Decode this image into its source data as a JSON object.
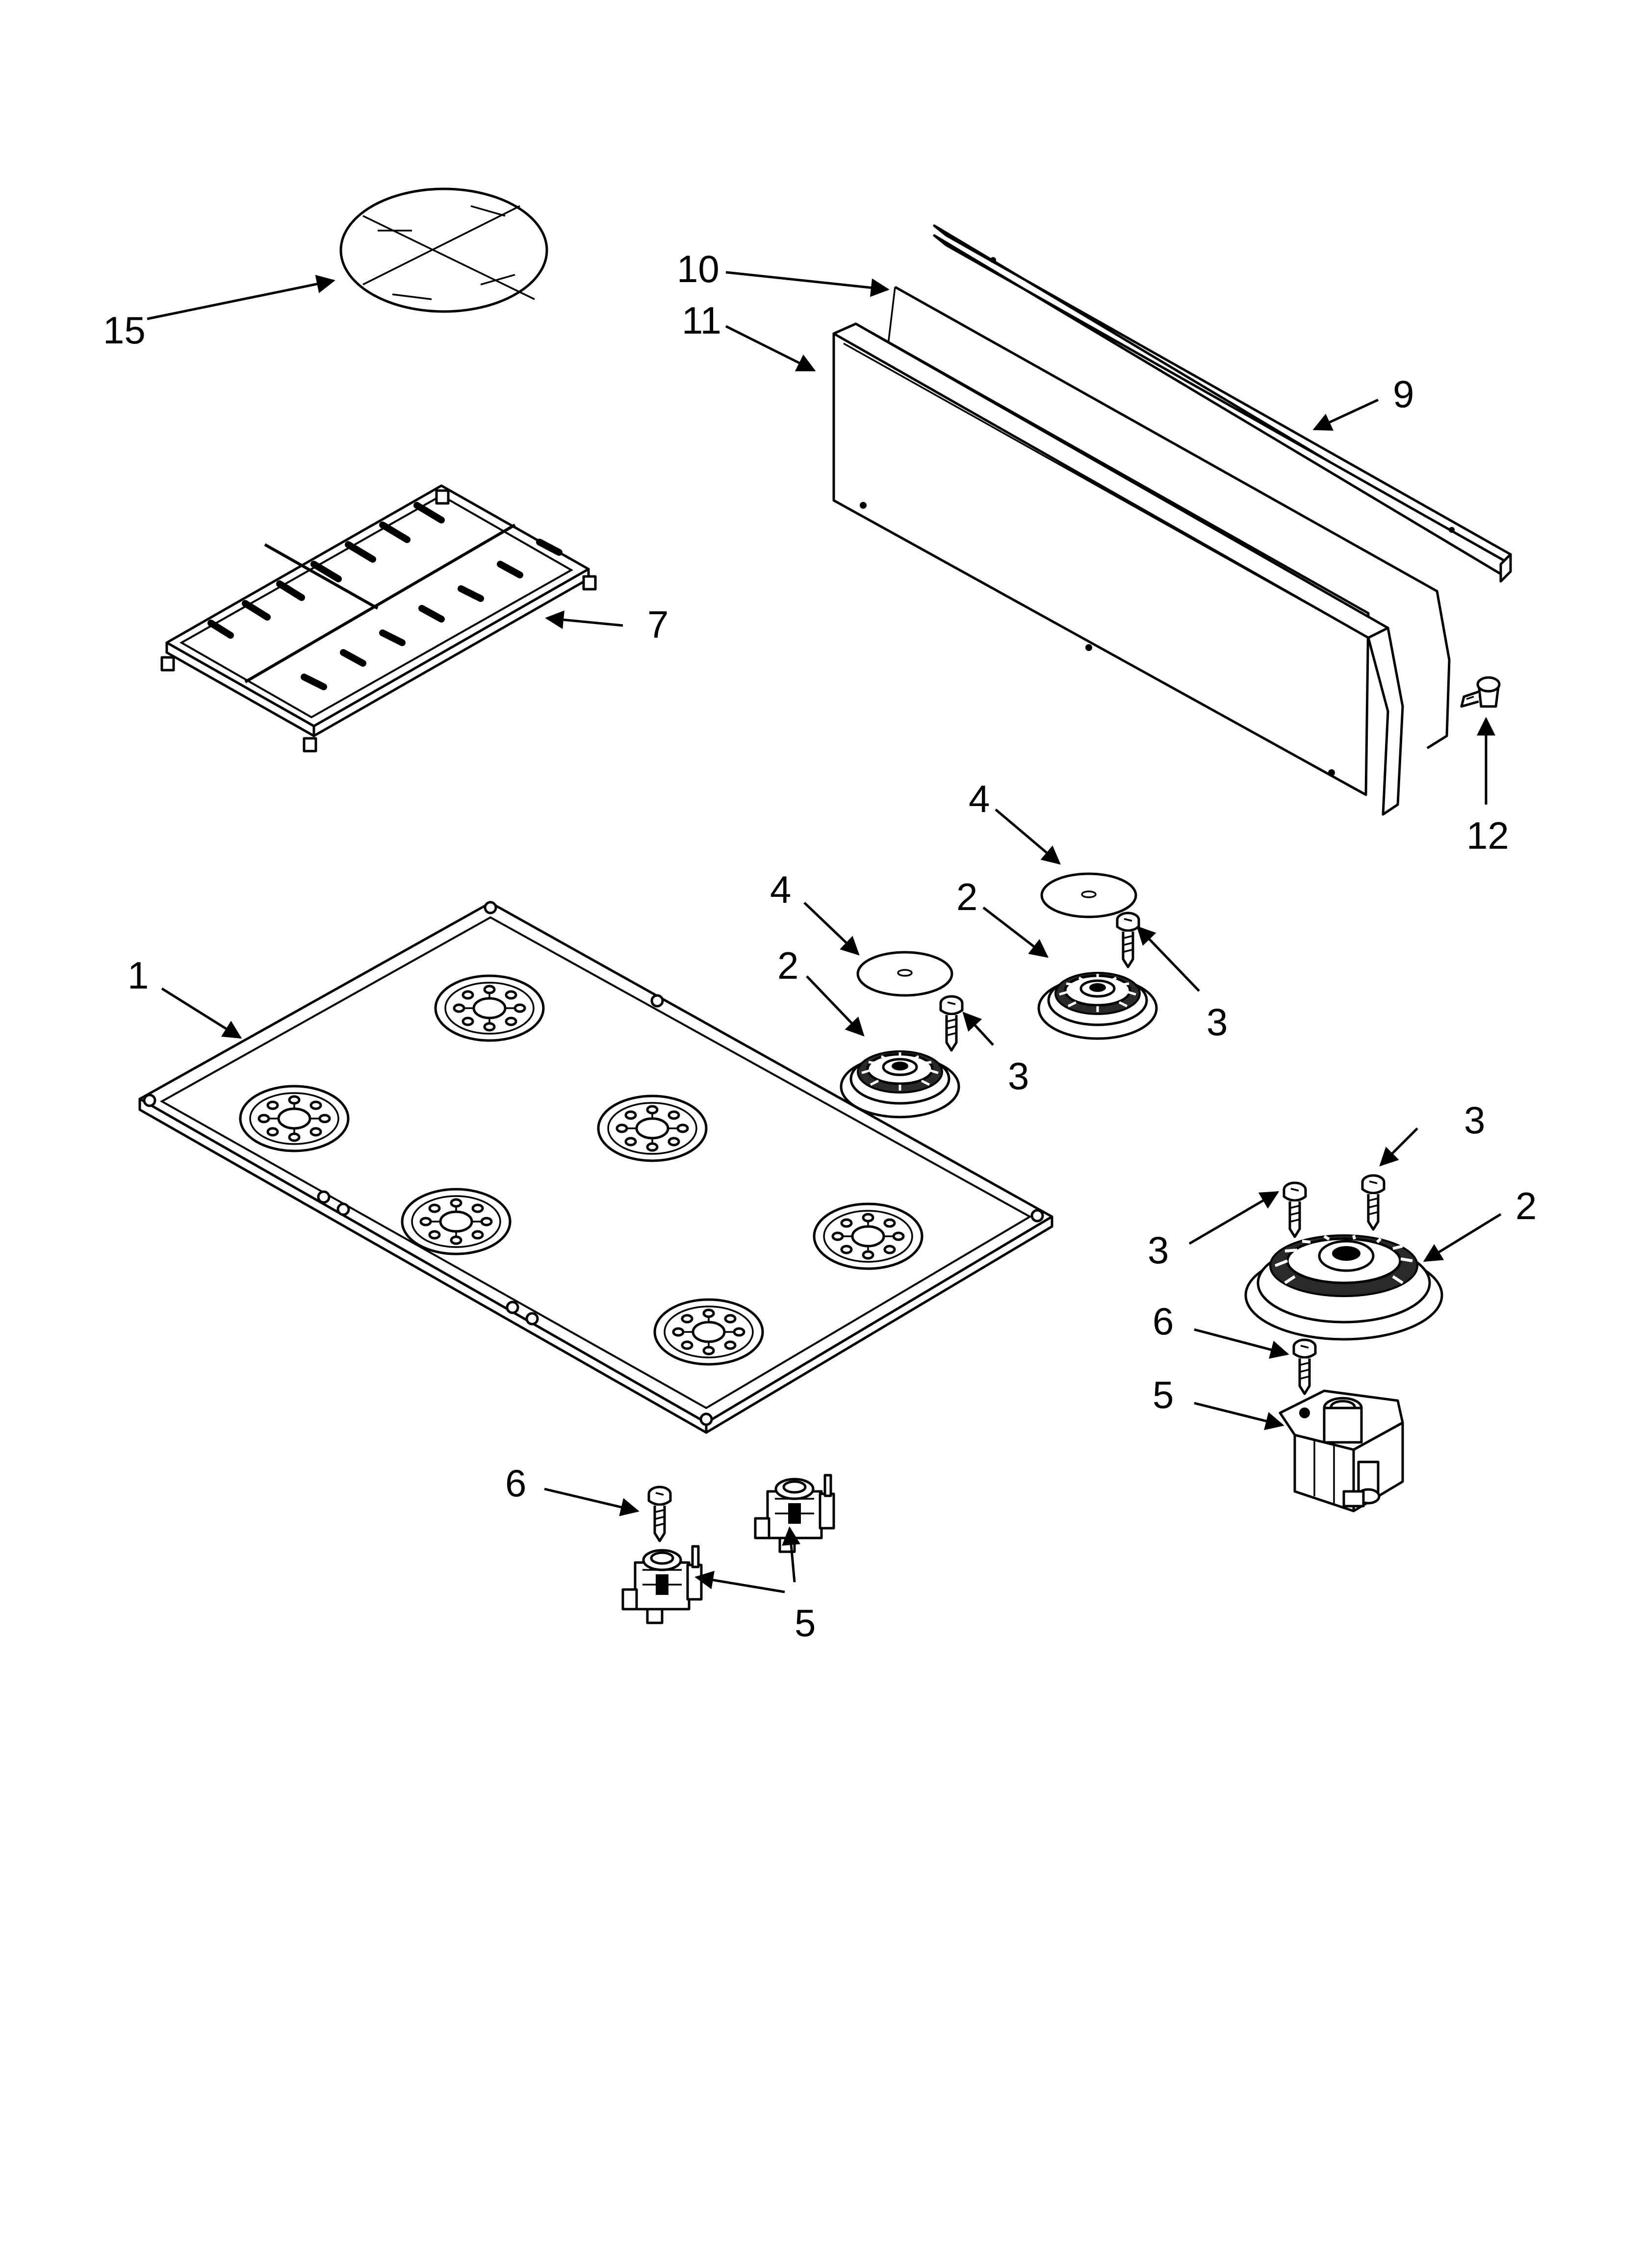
{
  "callouts": [
    {
      "id": "c15",
      "label": "15"
    },
    {
      "id": "c10",
      "label": "10"
    },
    {
      "id": "c11",
      "label": "11"
    },
    {
      "id": "c9",
      "label": "9"
    },
    {
      "id": "c7",
      "label": "7"
    },
    {
      "id": "c12",
      "label": "12"
    },
    {
      "id": "c1",
      "label": "1"
    },
    {
      "id": "c4a",
      "label": "4"
    },
    {
      "id": "c2a",
      "label": "2"
    },
    {
      "id": "c3a",
      "label": "3"
    },
    {
      "id": "c4b",
      "label": "4"
    },
    {
      "id": "c2b",
      "label": "2"
    },
    {
      "id": "c3b",
      "label": "3"
    },
    {
      "id": "c3c",
      "label": "3"
    },
    {
      "id": "c3d",
      "label": "3"
    },
    {
      "id": "c2c",
      "label": "2"
    },
    {
      "id": "c6a",
      "label": "6"
    },
    {
      "id": "c5a",
      "label": "5"
    },
    {
      "id": "c6b",
      "label": "6"
    },
    {
      "id": "c5b",
      "label": "5"
    }
  ]
}
